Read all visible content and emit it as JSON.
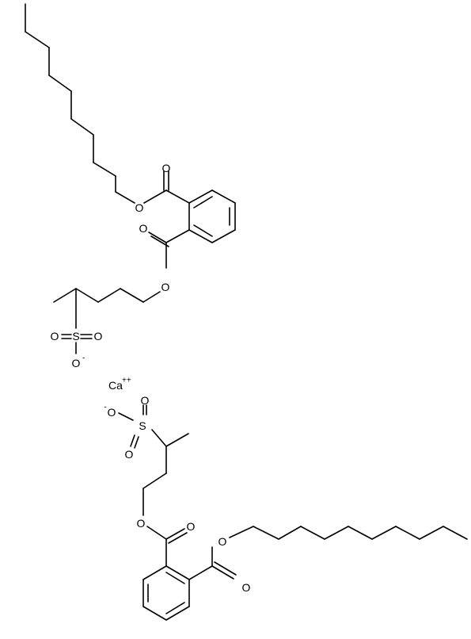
{
  "structure": {
    "atom_labels": {
      "o_upper_ester1_carbonyl": "O",
      "o_upper_ester1_link": "O",
      "o_upper_ester2_carbonyl": "O",
      "o_upper_ester2_link": "O",
      "s_upper": "S",
      "o_upper_s_left": "O",
      "o_upper_s_right": "O",
      "o_upper_s_minus": "O",
      "o_upper_s_minus_charge": "-",
      "calcium": "Ca",
      "calcium_charge": "++",
      "o_lower_s_minus": "O",
      "o_lower_s_minus_charge": "-",
      "s_lower": "S",
      "o_lower_s_top": "O",
      "o_lower_s_bottom": "O",
      "o_lower_ester2_link": "O",
      "o_lower_ester2_carbonyl": "O",
      "o_lower_ester1_link": "O",
      "o_lower_ester1_carbonyl": "O"
    }
  }
}
